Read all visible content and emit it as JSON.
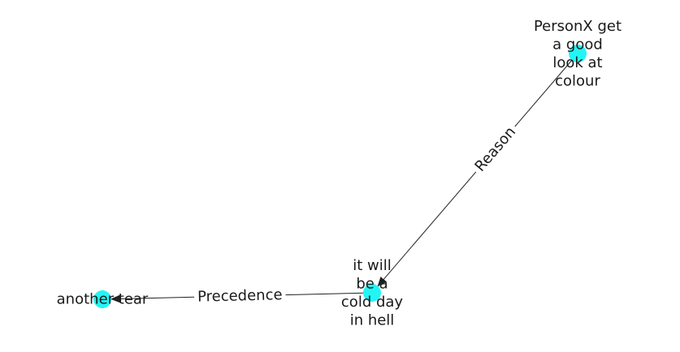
{
  "graph": {
    "node_color": "#22f5f5",
    "edge_color": "#222222",
    "nodes": [
      {
        "id": "n1",
        "label_lines": [
          "PersonX get",
          "a good",
          "look at",
          "colour"
        ]
      },
      {
        "id": "n2",
        "label_lines": [
          "it will",
          "be a",
          "cold day",
          "in hell"
        ]
      },
      {
        "id": "n3",
        "label_lines": [
          "another tear"
        ]
      }
    ],
    "edges": [
      {
        "from": "n1",
        "to": "n2",
        "label": "Reason"
      },
      {
        "from": "n2",
        "to": "n3",
        "label": "Precedence"
      }
    ]
  }
}
